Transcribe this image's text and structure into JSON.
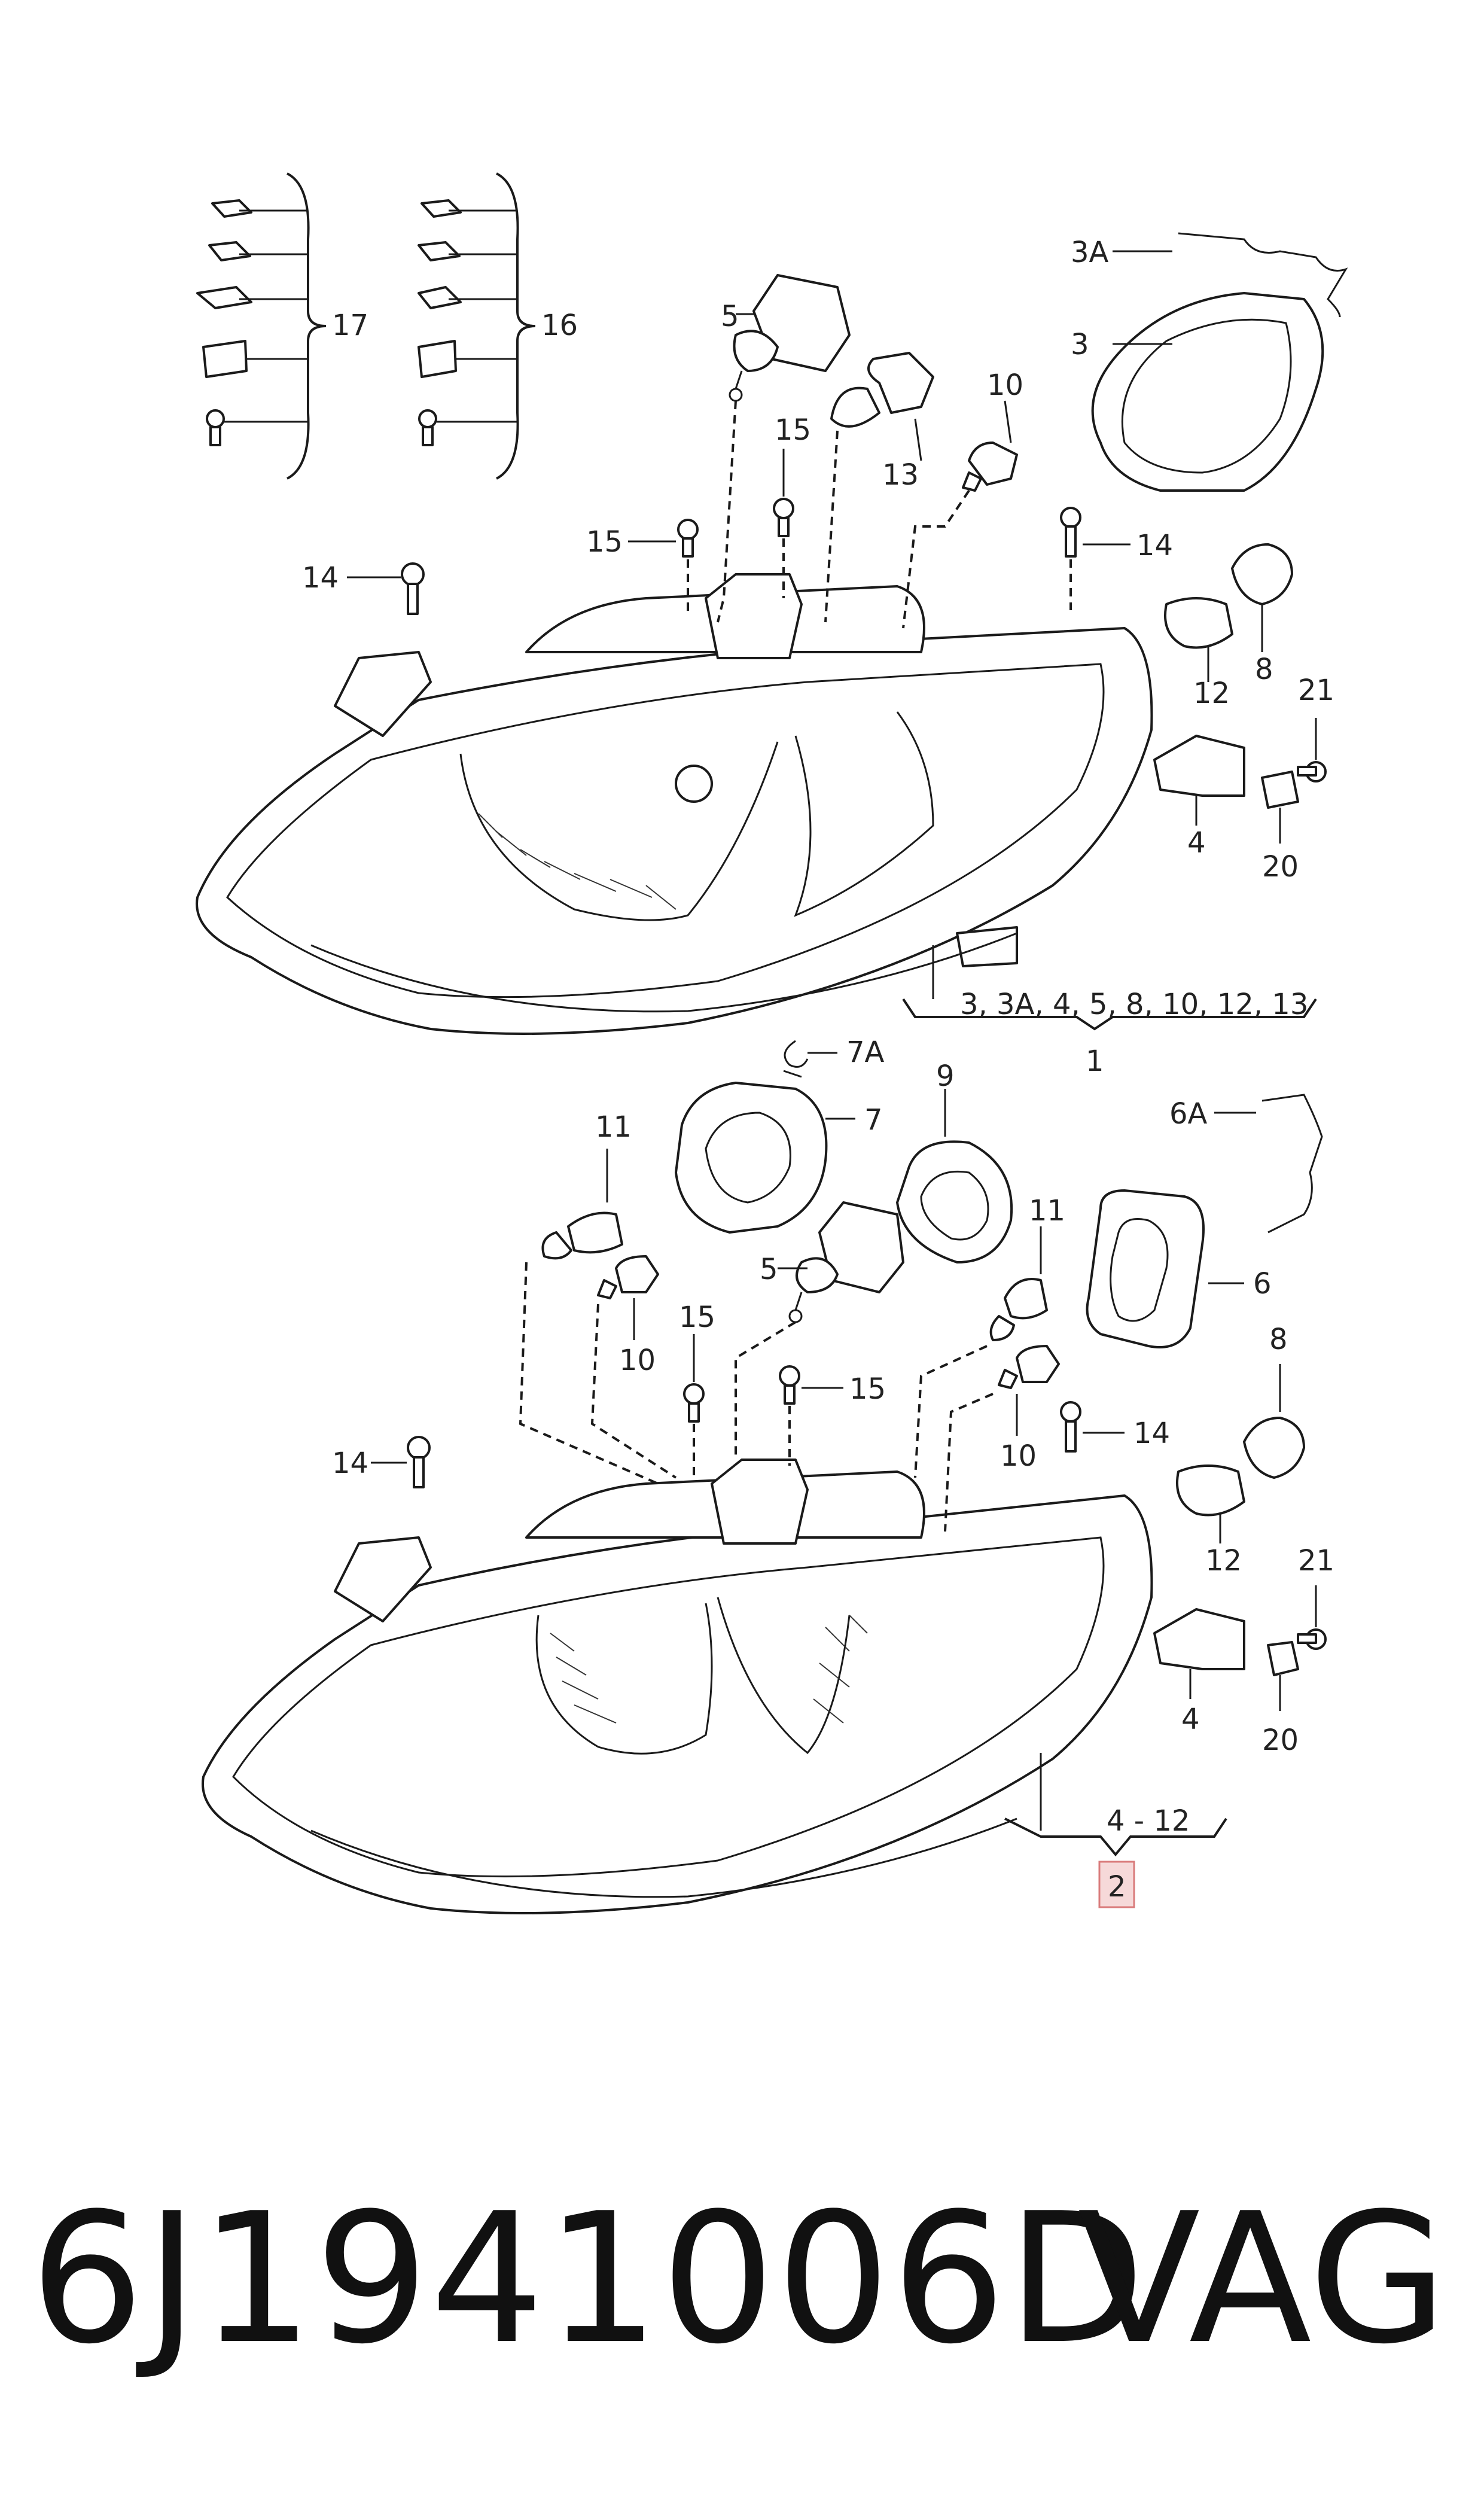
{
  "labels": {
    "l17": "17",
    "l16": "16",
    "l3A": "3A",
    "l3": "3",
    "l5": "5",
    "l10": "10",
    "l15": "15",
    "l13": "13",
    "l14": "14",
    "l8": "8",
    "l12": "12",
    "l21": "21",
    "l4": "4",
    "l20": "20",
    "group1_list": "3, 3A, 4, 5, 8, 10, 12, 13",
    "l1": "1",
    "l7A": "7A",
    "l7": "7",
    "l9": "9",
    "l6A": "6A",
    "l11": "11",
    "l6": "6",
    "group2_range": "4 - 12",
    "l2": "2"
  },
  "caption": {
    "part_number": "6J1941006D",
    "brand": "VAG"
  },
  "colors": {
    "line": "#1a1a1a",
    "highlight_box": "#f6d9d9",
    "highlight_border": "#d97b7b"
  }
}
